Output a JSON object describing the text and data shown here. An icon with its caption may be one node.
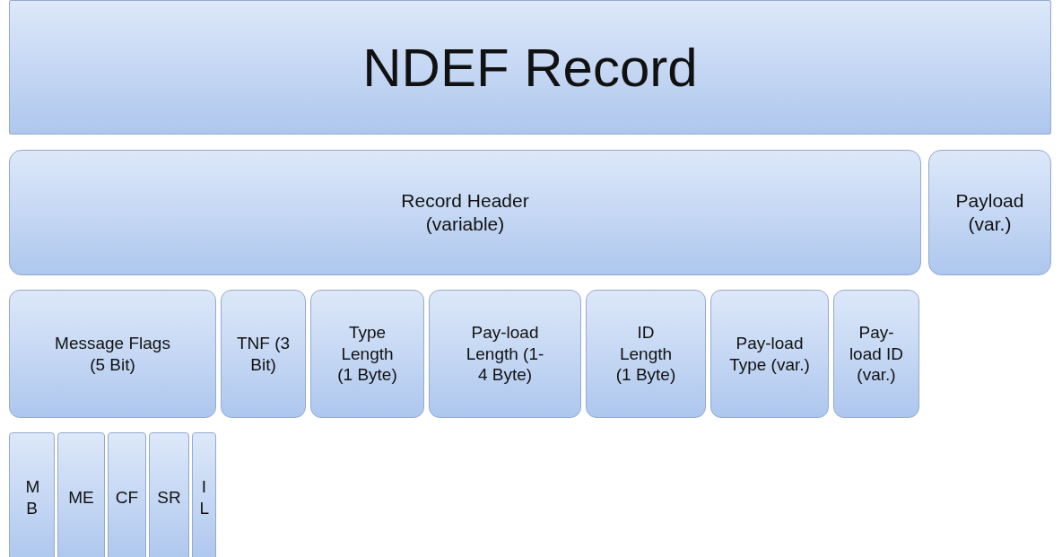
{
  "diagram": {
    "nodes": [
      {
        "text": [
          "NDEF Record"
        ]
      },
      {
        "text": [
          "Record Header (variable)"
        ]
      },
      {
        "text": [
          "Payload (var.)"
        ]
      },
      {
        "text": [
          "Message Flags (5 Bit)"
        ]
      },
      {
        "text": [
          "TNF (3 Bit)"
        ]
      },
      {
        "text": [
          "Type Length (1 Byte)"
        ]
      },
      {
        "text": [
          "Pay-load Length (1-4 Byte)"
        ]
      },
      {
        "text": [
          "ID Length (1 Byte)"
        ]
      },
      {
        "text": [
          "Pay-load Type (var.)"
        ]
      },
      {
        "text": [
          "Pay-load ID (var.)"
        ]
      },
      {
        "text": [
          "MB"
        ]
      },
      {
        "text": [
          "ME"
        ]
      },
      {
        "text": [
          "CF"
        ]
      },
      {
        "text": [
          "SR"
        ]
      },
      {
        "text": [
          "IL"
        ]
      }
    ]
  }
}
